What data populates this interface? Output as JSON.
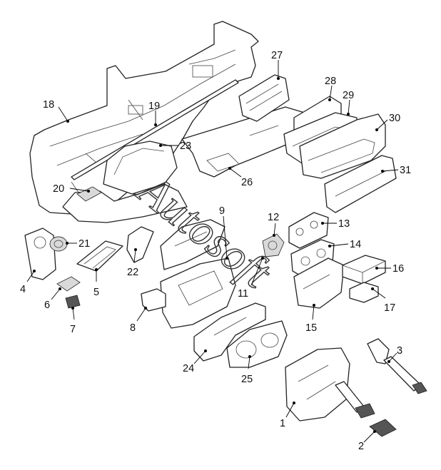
{
  "diagram": {
    "type": "exploded-parts-view",
    "watermark": "Autosoft",
    "callouts": [
      {
        "id": "c1",
        "label": "1"
      },
      {
        "id": "c2",
        "label": "2"
      },
      {
        "id": "c3",
        "label": "3"
      },
      {
        "id": "c4",
        "label": "4"
      },
      {
        "id": "c5",
        "label": "5"
      },
      {
        "id": "c6",
        "label": "6"
      },
      {
        "id": "c7",
        "label": "7"
      },
      {
        "id": "c8",
        "label": "8"
      },
      {
        "id": "c9",
        "label": "9"
      },
      {
        "id": "c11",
        "label": "11"
      },
      {
        "id": "c12",
        "label": "12"
      },
      {
        "id": "c13",
        "label": "13"
      },
      {
        "id": "c14",
        "label": "14"
      },
      {
        "id": "c15",
        "label": "15"
      },
      {
        "id": "c16",
        "label": "16"
      },
      {
        "id": "c17",
        "label": "17"
      },
      {
        "id": "c18",
        "label": "18"
      },
      {
        "id": "c19",
        "label": "19"
      },
      {
        "id": "c20",
        "label": "20"
      },
      {
        "id": "c21",
        "label": "21"
      },
      {
        "id": "c22",
        "label": "22"
      },
      {
        "id": "c23",
        "label": "23"
      },
      {
        "id": "c24",
        "label": "24"
      },
      {
        "id": "c25",
        "label": "25"
      },
      {
        "id": "c26",
        "label": "26"
      },
      {
        "id": "c27",
        "label": "27"
      },
      {
        "id": "c28",
        "label": "28"
      },
      {
        "id": "c29",
        "label": "29"
      },
      {
        "id": "c30",
        "label": "30"
      },
      {
        "id": "c31",
        "label": "31"
      }
    ]
  }
}
